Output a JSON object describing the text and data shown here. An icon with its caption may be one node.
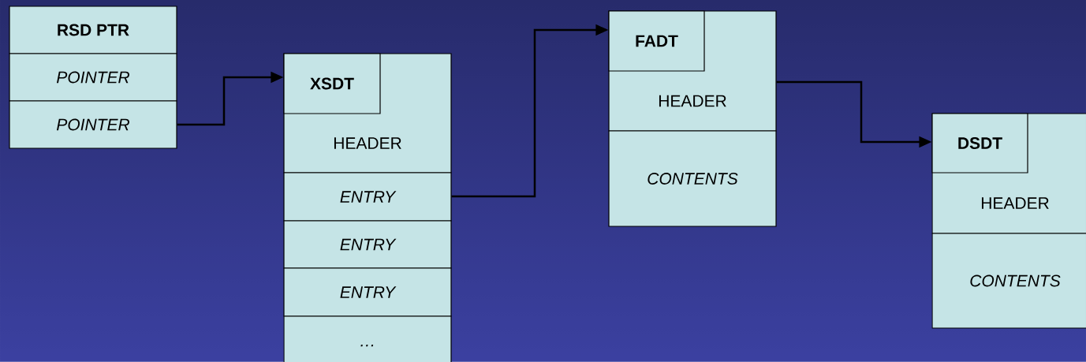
{
  "diagram": {
    "nodes": [
      {
        "text": [
          "RSD PTR"
        ]
      },
      {
        "text": [
          "POINTER"
        ]
      },
      {
        "text": [
          "POINTER"
        ]
      },
      {
        "text": [
          "XSDT",
          "HEADER"
        ]
      },
      {
        "text": [
          "ENTRY"
        ]
      },
      {
        "text": [
          "ENTRY"
        ]
      },
      {
        "text": [
          "ENTRY"
        ]
      },
      {
        "text": [
          "…"
        ]
      },
      {
        "text": [
          "FADT",
          "HEADER"
        ]
      },
      {
        "text": [
          "CONTENTS"
        ]
      },
      {
        "text": [
          "DSDT",
          "HEADER"
        ]
      },
      {
        "text": [
          "CONTENTS"
        ]
      }
    ],
    "edges": [
      {
        "from": 2,
        "to": 3,
        "arrow": "to"
      },
      {
        "from": 4,
        "to": 8,
        "arrow": "to"
      },
      {
        "from": 8,
        "to": 10,
        "arrow": "to"
      }
    ]
  }
}
